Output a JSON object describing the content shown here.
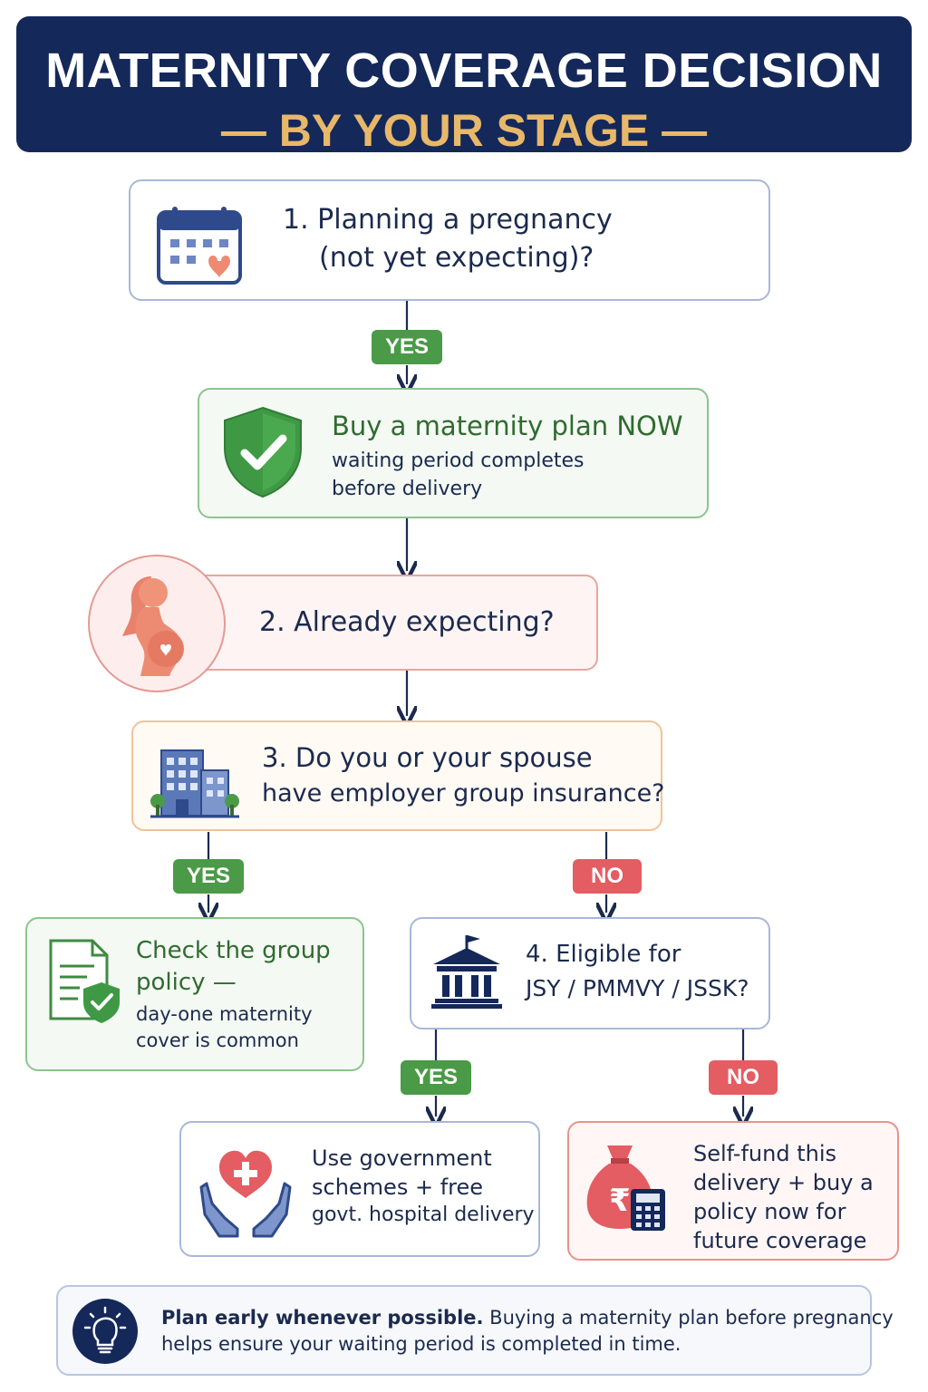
{
  "header": {
    "title": "MATERNITY COVERAGE DECISION",
    "subtitle": "— BY YOUR STAGE —"
  },
  "step1": {
    "line1": "1.  Planning a pregnancy",
    "line2": "(not yet expecting)?",
    "icon": "calendar-heart-icon"
  },
  "step1_yes": "YES",
  "buy_now": {
    "title": "Buy a maternity plan NOW",
    "desc1": "waiting period completes",
    "desc2": "before delivery",
    "icon": "shield-check-icon"
  },
  "step2": {
    "label": "2.  Already expecting?",
    "icon": "pregnant-woman-icon"
  },
  "step3": {
    "line1": "3.  Do you or your spouse",
    "line2": "have employer group insurance?",
    "icon": "office-building-icon"
  },
  "step3_yes": "YES",
  "step3_no": "NO",
  "group_policy": {
    "title1": "Check the group",
    "title2": "policy —",
    "desc1": "day-one maternity",
    "desc2": "cover is common",
    "icon": "document-shield-icon"
  },
  "step4": {
    "line1": "4.  Eligible for",
    "line2": "JSY / PMMVY / JSSK?",
    "icon": "government-building-icon"
  },
  "step4_yes": "YES",
  "step4_no": "NO",
  "govt": {
    "line1": "Use government",
    "line2": "schemes + free",
    "line3": "govt. hospital delivery",
    "icon": "hands-heart-icon"
  },
  "selffund": {
    "line1": "Self-fund this",
    "line2": "delivery + buy a",
    "line3": "policy now for",
    "line4": "future coverage",
    "icon": "money-bag-calculator-icon"
  },
  "tip": {
    "bold": "Plan early whenever possible.",
    "rest": " Buying a maternity plan before pregnancy",
    "line2": "helps ensure your waiting period is completed in time.",
    "icon": "lightbulb-icon"
  },
  "colors": {
    "navy": "#14285a",
    "gold": "#e8b86a",
    "green": "#4a9a47",
    "red": "#e35d62"
  }
}
